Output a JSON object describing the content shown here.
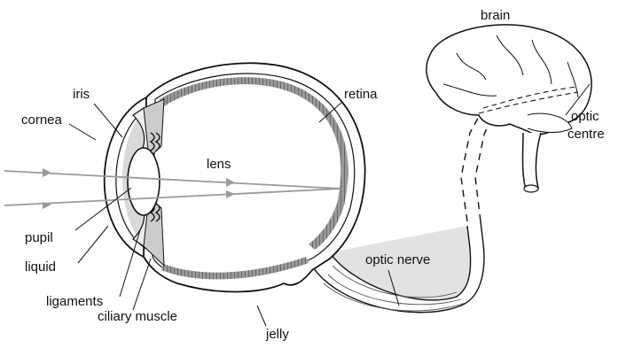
{
  "labels": {
    "brain": "brain",
    "iris": "iris",
    "cornea": "cornea",
    "retina": "retina",
    "lens": "lens",
    "optic_centre_1": "optic",
    "optic_centre_2": "centre",
    "pupil": "pupil",
    "liquid": "liquid",
    "ligaments": "ligaments",
    "ciliary_muscle": "ciliary muscle",
    "optic_nerve": "optic nerve",
    "jelly": "jelly"
  },
  "colors": {
    "outline": "#111111",
    "shading": "#d9d9d9",
    "retina_layer": "#7a7a7a",
    "light_ray": "#9a9a9a"
  }
}
